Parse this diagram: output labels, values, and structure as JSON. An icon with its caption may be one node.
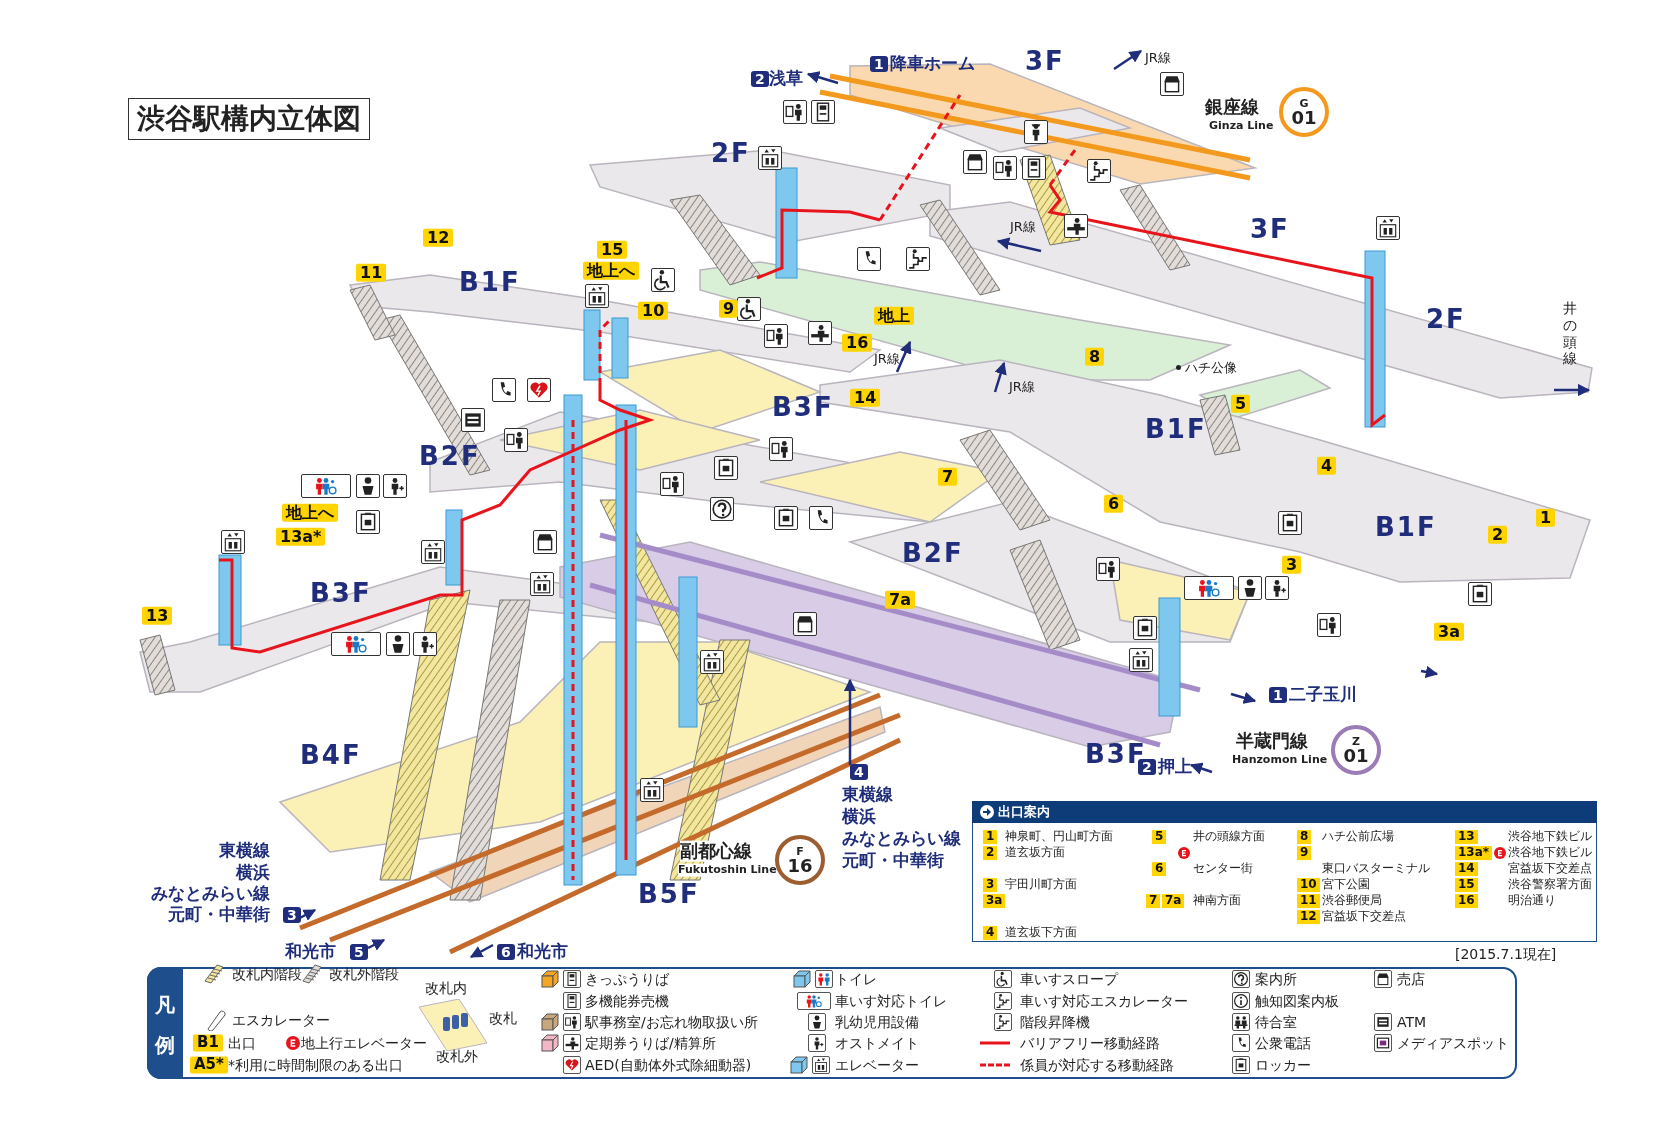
{
  "diagram": {
    "title": "渋谷駅構内立体図",
    "labels": [
      "1",
      "降車ホーム",
      "3F",
      "JR線",
      "2",
      "浅草",
      "銀座線",
      "Ginza Line",
      "G",
      "01",
      "2F",
      "3F",
      "JR線",
      "12",
      "11",
      "B1F",
      "15",
      "地上へ",
      "10",
      "9",
      "地上",
      "16",
      "JR線",
      "JR線",
      "8",
      "ハチ公像",
      "2F",
      "井の頭線",
      "B3F",
      "14",
      "5",
      "B1F",
      "B2F",
      "7",
      "4",
      "地上へ",
      "13a*",
      "6",
      "B1F",
      "1",
      "2",
      "B2F",
      "3",
      "B3F",
      "7a",
      "13",
      "3a",
      "1",
      "二子玉川",
      "半蔵門線",
      "Hanzomon Line",
      "Z",
      "01",
      "B3F",
      "2",
      "押上",
      "B4F",
      "4",
      "東横線",
      "横浜",
      "みなとみらい線",
      "元町・中華街",
      "副都心線",
      "Fukutoshin Line",
      "F",
      "16",
      "東横線",
      "横浜",
      "みなとみらい線",
      "元町・中華街",
      "3",
      "B5F",
      "和光市",
      "5",
      "6",
      "和光市",
      "[2015.7.1現在]",
      "出口案内",
      "1",
      "神泉町、円山町方面",
      "5",
      "井の頭線方面",
      "8",
      "ハチ公前広場",
      "13",
      "渋谷地下鉄ビル",
      "2",
      "道玄坂方面",
      "9",
      "13a*",
      "渋谷地下鉄ビル",
      "6",
      "センター街",
      "東口バスターミナル",
      "14",
      "宮益坂下交差点",
      "3",
      "宇田川町方面",
      "10",
      "宮下公園",
      "15",
      "渋谷警察署方面",
      "3a",
      "7",
      "7a",
      "神南方面",
      "11",
      "渋谷郵便局",
      "16",
      "明治通り",
      "12",
      "宮益坂下交差点",
      "4",
      "道玄坂下方面",
      "凡例",
      "B1",
      "A5*",
      "改札内",
      "改札",
      "改札外"
    ],
    "legend": [
      {
        "text": "改札内階段"
      },
      {
        "text": "改札外階段"
      },
      {
        "text": "エスカレーター"
      },
      {
        "text": "出口"
      },
      {
        "text": "地上行エレベーター"
      },
      {
        "text": "*利用に時間制限のある出口"
      },
      {
        "text": "きっぷうりば"
      },
      {
        "text": "多機能券売機"
      },
      {
        "text": "駅事務室/お忘れ物取扱い所"
      },
      {
        "text": "定期券うりば/精算所"
      },
      {
        "text": "AED(自動体外式除細動器)"
      },
      {
        "text": "トイレ"
      },
      {
        "text": "車いす対応トイレ"
      },
      {
        "text": "乳幼児用設備"
      },
      {
        "text": "オストメイト"
      },
      {
        "text": "エレベーター"
      },
      {
        "text": "車いすスロープ"
      },
      {
        "text": "車いす対応エスカレーター"
      },
      {
        "text": "階段昇降機"
      },
      {
        "text": "バリアフリー移動経路"
      },
      {
        "text": "係員が対応する移動経路"
      },
      {
        "text": "案内所"
      },
      {
        "text": "触知図案内板"
      },
      {
        "text": "待合室"
      },
      {
        "text": "公衆電話"
      },
      {
        "text": "ロッカー"
      },
      {
        "text": "売店"
      },
      {
        "text": "ATM"
      },
      {
        "text": "メディアスポット"
      }
    ]
  }
}
